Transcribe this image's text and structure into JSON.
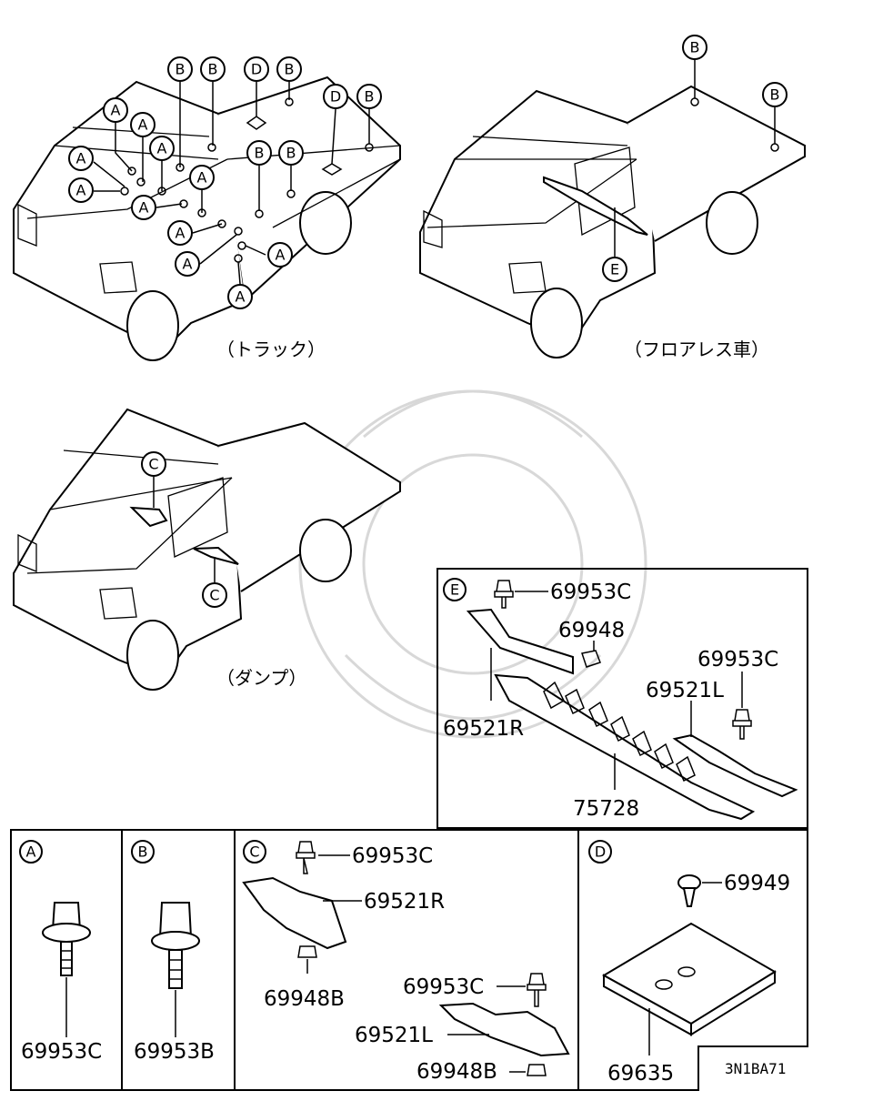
{
  "views": {
    "truck_caption": "（トラック）",
    "floorless_caption": "（フロアレス車）",
    "dump_caption": "（ダンプ）"
  },
  "callouts": {
    "A": "A",
    "B": "B",
    "C": "C",
    "D": "D",
    "E": "E"
  },
  "detail_E": {
    "label": "E",
    "parts": [
      "69953C",
      "69948",
      "69953C",
      "69521L",
      "69521R",
      "75728"
    ]
  },
  "detail_A": {
    "label": "A",
    "part": "69953C"
  },
  "detail_B": {
    "label": "B",
    "part": "69953B"
  },
  "detail_C": {
    "label": "C",
    "parts": [
      "69953C",
      "69521R",
      "69948B",
      "69953C",
      "69521L",
      "69948B"
    ]
  },
  "detail_D": {
    "label": "D",
    "parts": [
      "69949",
      "69635"
    ]
  },
  "diagram_code": "3N1BA71"
}
